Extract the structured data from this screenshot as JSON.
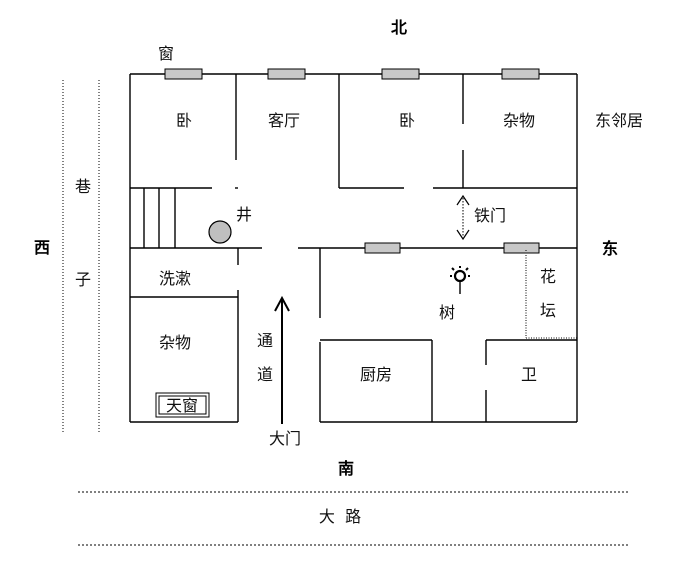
{
  "directions": {
    "north": "北",
    "south": "南",
    "west": "西",
    "east": "东"
  },
  "rooms": {
    "bedroom_nw": "卧",
    "living_room": "客厅",
    "bedroom_n": "卧",
    "storage_ne": "杂物",
    "washroom": "洗漱",
    "storage_sw": "杂物",
    "kitchen": "厨房",
    "toilet": "卫",
    "passage_1": "通",
    "passage_2": "道",
    "flower_bed_1": "花",
    "flower_bed_2": "坛"
  },
  "features": {
    "window": "窗",
    "well": "井",
    "iron_gate": "铁门",
    "tree": "树",
    "skylight": "天窗",
    "main_gate": "大门"
  },
  "surroundings": {
    "neighbor_east": "东邻居",
    "alley_1": "巷",
    "alley_2": "子",
    "road": "大  路"
  },
  "colors": {
    "wall": "#000000",
    "window_fill": "#c8c8c8",
    "well_fill": "#bfbfbf"
  }
}
